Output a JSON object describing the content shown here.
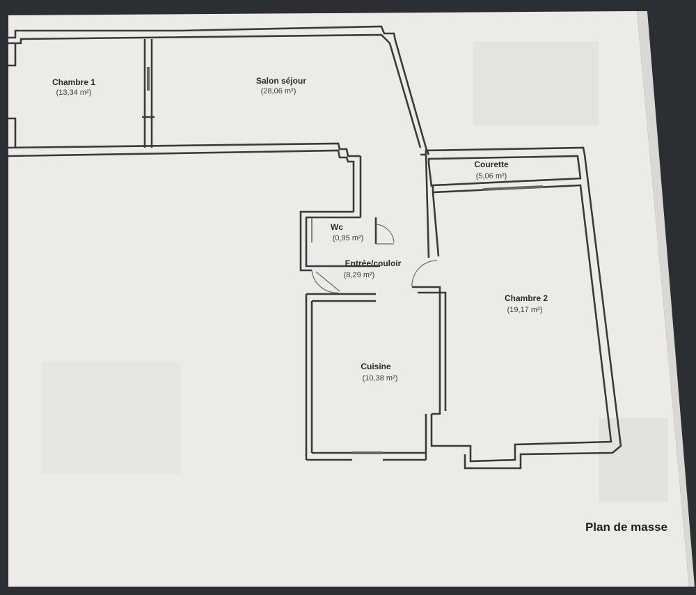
{
  "rooms": [
    {
      "name": "Chambre 1",
      "area": "(13,34 m²)"
    },
    {
      "name": "Salon séjour",
      "area": "(28,06 m²)"
    },
    {
      "name": "Courette",
      "area": "(5,06 m²)"
    },
    {
      "name": "Wc",
      "area": "(0,95 m²)"
    },
    {
      "name": "Entrée/couloir",
      "area": "(8,29 m²)"
    },
    {
      "name": "Chambre 2",
      "area": "(19,17 m²)"
    },
    {
      "name": "Cuisine",
      "area": "(10,38 m²)"
    }
  ],
  "caption": "Plan de masse",
  "colors": {
    "paper": "#ecebe8",
    "frame": "#2b2f33",
    "walls": "#3a3a3a"
  }
}
